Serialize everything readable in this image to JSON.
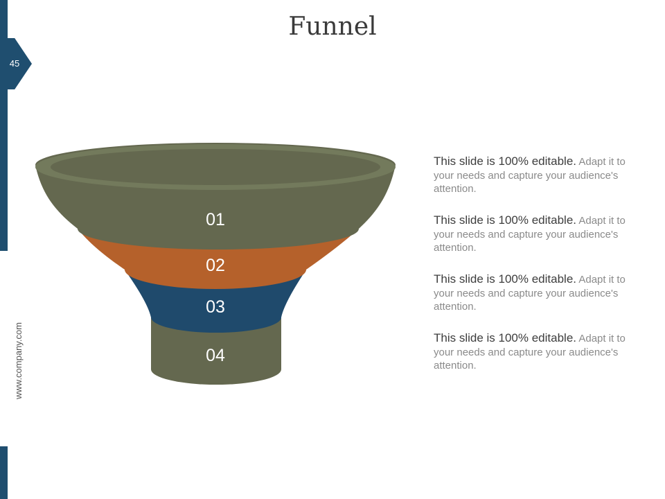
{
  "slide": {
    "title": "Funnel",
    "page_number": "45",
    "website": "www.company.com",
    "accent_color": "#1f4e6f"
  },
  "funnel": {
    "stages": [
      {
        "label": "01",
        "color": "#64684f"
      },
      {
        "label": "02",
        "color": "#b5612b"
      },
      {
        "label": "03",
        "color": "#1f4a6c"
      },
      {
        "label": "04",
        "color": "#64684f"
      }
    ],
    "rim_color": "#737a5c"
  },
  "descriptions": [
    {
      "lead": "This slide is 100% editable.",
      "body": "Adapt it to your needs and capture your audience's attention."
    },
    {
      "lead": "This slide is 100% editable.",
      "body": "Adapt it to your needs and capture your audience's attention."
    },
    {
      "lead": "This slide is 100% editable.",
      "body": "Adapt it to your needs and capture your audience's attention."
    },
    {
      "lead": "This slide is 100% editable.",
      "body": "Adapt it to your needs and capture your audience's attention."
    }
  ]
}
